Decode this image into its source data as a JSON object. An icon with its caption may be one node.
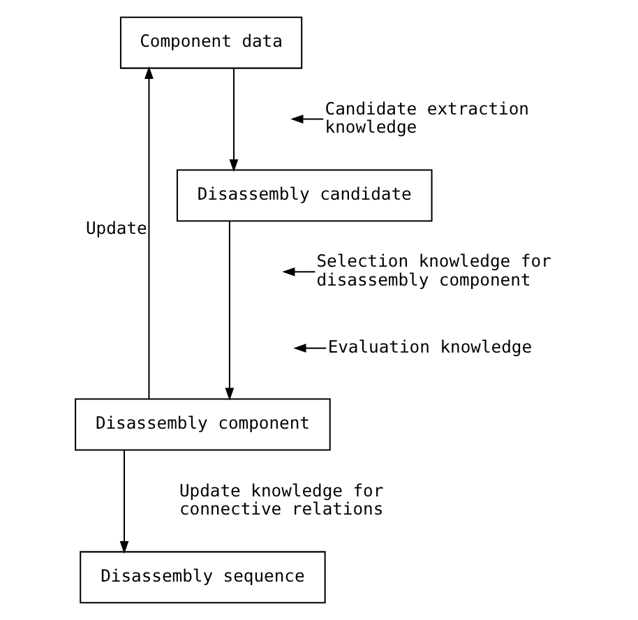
{
  "diagram": {
    "nodes": [
      {
        "text": [
          "Component data"
        ]
      },
      {
        "text": [
          "Candidate extraction knowledge"
        ]
      },
      {
        "text": [
          "Disassembly candidate"
        ]
      },
      {
        "text": [
          "Selection knowledge for disassembly component"
        ]
      },
      {
        "text": [
          "Evaluation knowledge"
        ]
      },
      {
        "text": [
          "Disassembly component"
        ]
      },
      {
        "text": [
          "Disassembly sequence"
        ]
      }
    ],
    "edges": [
      {
        "from": 0,
        "to": 2,
        "arrow": "to"
      },
      {
        "from": 1,
        "to": null,
        "arrow": "to"
      },
      {
        "from": 2,
        "to": 5,
        "arrow": "to"
      },
      {
        "from": 3,
        "to": null,
        "arrow": "to"
      },
      {
        "from": 4,
        "to": null,
        "arrow": "to"
      },
      {
        "from": 5,
        "to": 6,
        "arrow": "to"
      },
      {
        "from": 5,
        "to": 0,
        "arrow": "to",
        "label": "Update"
      }
    ],
    "labels": [
      "Update knowledge for connective relations"
    ]
  }
}
